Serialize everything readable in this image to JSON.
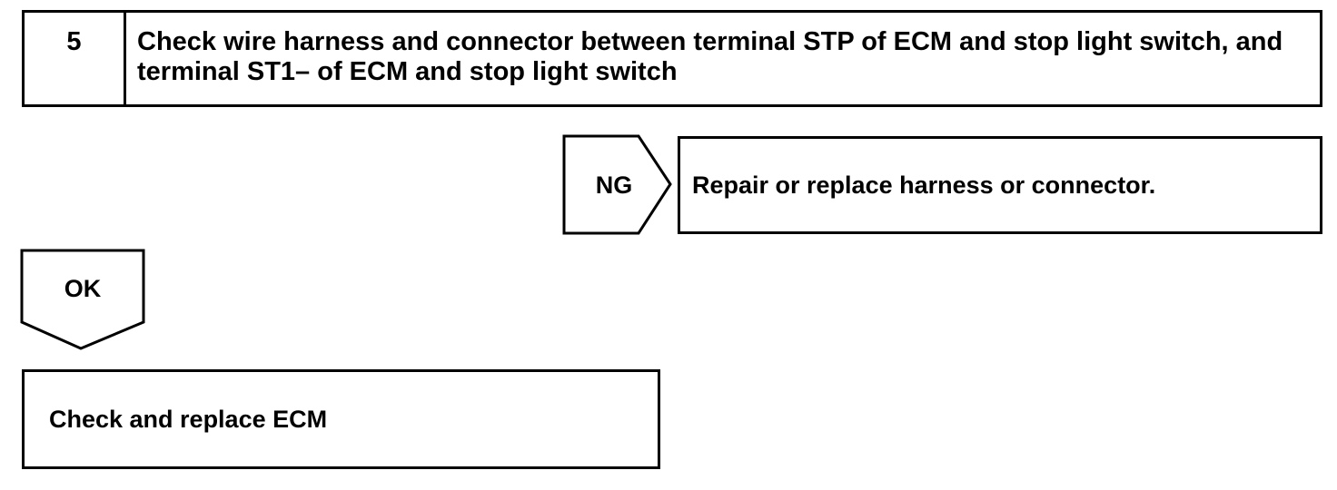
{
  "step": {
    "number": "5",
    "title": "Check wire harness and connector between terminal STP of ECM and stop light switch, and terminal ST1– of ECM and stop light switch"
  },
  "ng_branch": {
    "label": "NG",
    "result": "Repair or replace harness or connector."
  },
  "ok_branch": {
    "label": "OK",
    "result": "Check and replace ECM"
  }
}
